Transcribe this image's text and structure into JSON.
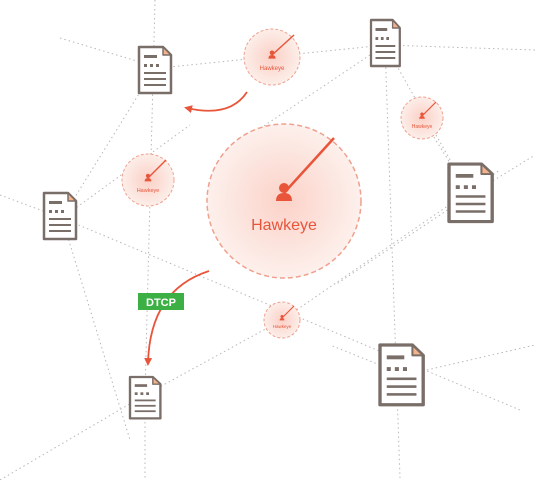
{
  "diagram": {
    "central_node": {
      "label": "Hawkeye"
    },
    "small_nodes": [
      {
        "label": "Hawkeye"
      },
      {
        "label": "Hawkeye"
      },
      {
        "label": "Hawkeye"
      },
      {
        "label": "Hawkeye"
      }
    ],
    "protocol_tag": {
      "label": "DTCP",
      "color": "#3cb044"
    },
    "colors": {
      "accent": "#e8553a",
      "document": "#7a6e69",
      "document_corner": "#f4b38a",
      "network_line": "#b8b8b8"
    },
    "icons": [
      "user-icon",
      "document-icon",
      "arrow-icon"
    ]
  }
}
